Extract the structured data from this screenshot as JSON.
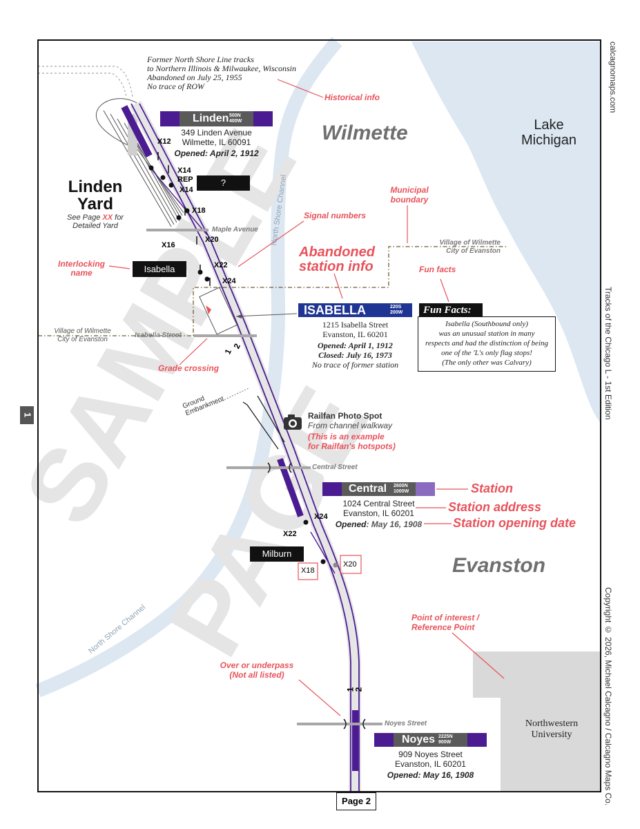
{
  "site_credit": "calcagnomaps.com",
  "book_title": "Tracks of the Chicago L - 1st Edition",
  "copyright": "Copyright © 2026, Michael Calcagno / Calcagno Maps Co.",
  "page_tab": "1",
  "page_next": "Page 2",
  "watermark": [
    "SAMPLE",
    "PAGE"
  ],
  "water": {
    "lake": [
      "Lake",
      "Michigan"
    ],
    "channel": "North Shore Channel"
  },
  "places": {
    "wilmette": "Wilmette",
    "evanston": "Evanston",
    "northwestern": [
      "Northwestern",
      "University"
    ]
  },
  "boundary": {
    "top_line": "Village of Wilmette",
    "bottom_line": "City of Evanston"
  },
  "history_note": [
    "Former North Shore Line tracks",
    "to Northern Illinois & Milwaukee, Wisconsin",
    "Abandoned on July 25, 1955",
    "No trace of ROW"
  ],
  "yard": {
    "title": [
      "Linden",
      "Yard"
    ],
    "see_prefix": "See Page ",
    "see_ref": "XX",
    "see_suffix": " for",
    "see_line2": "Detailed Yard"
  },
  "stations": {
    "linden": {
      "name": "Linden",
      "coords": [
        "500N",
        "400W"
      ],
      "address": [
        "349 Linden Avenue",
        "Wilmette, IL 60091"
      ],
      "opened": "Opened: April 2, 1912"
    },
    "isabella": {
      "name": "ISABELLA",
      "coords": [
        "220S",
        "200W"
      ],
      "address": [
        "1215 Isabella Street",
        "Evanston, IL 60201"
      ],
      "opened": "Opened: April 1, 1912",
      "closed": "Closed: July 16, 1973",
      "note": "No trace of former station"
    },
    "central": {
      "name": "Central",
      "coords": [
        "2600N",
        "1000W"
      ],
      "address": [
        "1024 Central Street",
        "Evanston, IL 60201"
      ],
      "opened_label": "Opened",
      "opened_date": ": May 16, 1908"
    },
    "noyes": {
      "name": "Noyes",
      "coords": [
        "2225N",
        "900W"
      ],
      "address": [
        "909 Noyes Street",
        "Evanston, IL 60201"
      ],
      "opened": "Opened: May 16, 1908"
    }
  },
  "interlockings": {
    "unknown": "?",
    "isabella": "Isabella",
    "milburn": "Milburn"
  },
  "signals": {
    "x12": "X12",
    "x14a": "X14",
    "rep": "REP",
    "x14b": "X14",
    "x18a": "X18",
    "x16": "X16",
    "x20a": "X20",
    "x22a": "X22",
    "x24a": "X24",
    "x24b": "X24",
    "x22b": "X22",
    "x18b": "X18",
    "x20b": "X20"
  },
  "streets": {
    "maple": "Maple Avenue",
    "isabella": "Isabella Street",
    "central": "Central Street",
    "noyes": "Noyes Street"
  },
  "track_numbers": {
    "one": "1",
    "two": "2"
  },
  "embankment": [
    "Ground",
    "Embankment"
  ],
  "railfan": {
    "title": "Railfan Photo Spot",
    "subtitle": "From channel walkway",
    "example": [
      "(This is an example",
      "for Railfan's hotspots)"
    ]
  },
  "fun_facts": {
    "title": "Fun Facts:",
    "lines": [
      "Isabella (Southbound only)",
      "was an unusual station in many",
      "respects and had the distinction of being",
      "one of the 'L's only flag stops!",
      "(The only other was Calvary)"
    ]
  },
  "legend": {
    "historical_info": "Historical info",
    "municipal_boundary": [
      "Municipal",
      "boundary"
    ],
    "signal_numbers": "Signal numbers",
    "abandoned_station": [
      "Abandoned",
      "station info"
    ],
    "fun_facts": "Fun facts",
    "interlocking_name": [
      "Interlocking",
      "name"
    ],
    "grade_crossing": "Grade crossing",
    "station": "Station",
    "station_address": "Station address",
    "station_opening_date": "Station opening date",
    "point_of_interest": [
      "Point of interest /",
      "Reference Point"
    ],
    "over_underpass": [
      "Over or underpass",
      "(Not all listed)"
    ]
  },
  "colors": {
    "purple": "#4B1C91",
    "legend_red": "#E8525A",
    "water": "#DCE7F1",
    "isabella_blue": "#1F3593"
  }
}
